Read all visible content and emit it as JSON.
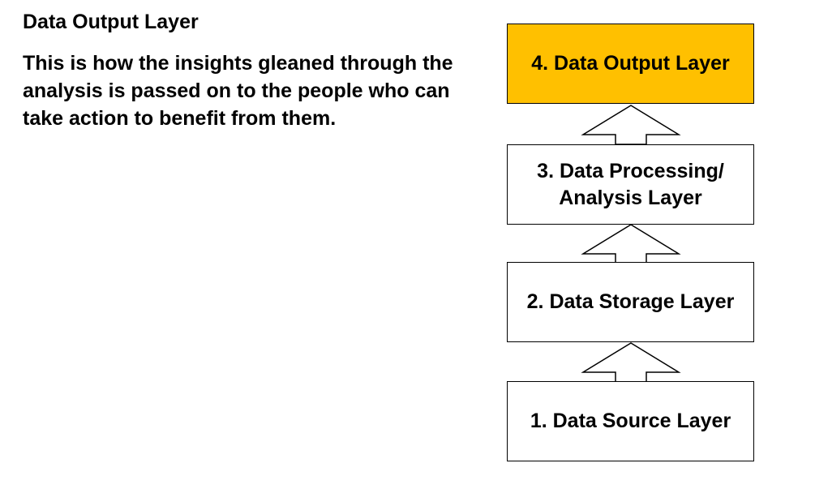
{
  "heading": "Data Output Layer",
  "description": "This is how the insights gleaned through the analysis is passed on to the people who can take action to benefit from them.",
  "layers": [
    {
      "lines": [
        "4. Data Output Layer"
      ]
    },
    {
      "lines": [
        "3. Data Processing/",
        "Analysis Layer"
      ]
    },
    {
      "lines": [
        "2. Data Storage Layer"
      ]
    },
    {
      "lines": [
        "1. Data Source Layer"
      ]
    }
  ],
  "colors": {
    "highlight": "#ffc000",
    "border": "#000000"
  },
  "icons": {
    "connector": "up-arrow-icon"
  }
}
